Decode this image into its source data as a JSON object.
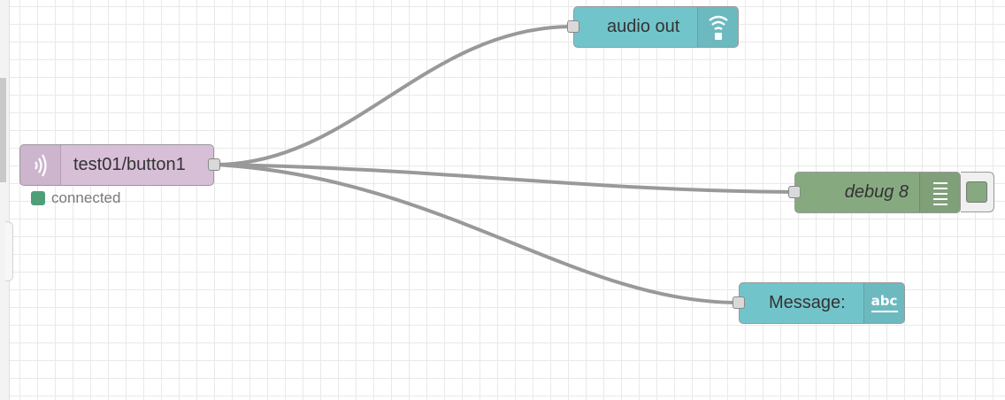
{
  "flow": {
    "nodes": {
      "mqtt_in": {
        "label": "test01/button1",
        "icon": "radio-waves-icon",
        "color": "#d8bfd8",
        "status_text": "connected",
        "status_color": "#4e9e7a"
      },
      "audio_out": {
        "label": "audio out",
        "icon": "speaker-waves-icon",
        "color": "#72c4cb"
      },
      "debug": {
        "label": "debug 8",
        "icon": "list-lines-icon",
        "color": "#87a980"
      },
      "message": {
        "label": "Message:",
        "icon": "abc-text-icon",
        "icon_text": "abc",
        "color": "#72c4cb"
      }
    },
    "wire_color": "#999999"
  }
}
